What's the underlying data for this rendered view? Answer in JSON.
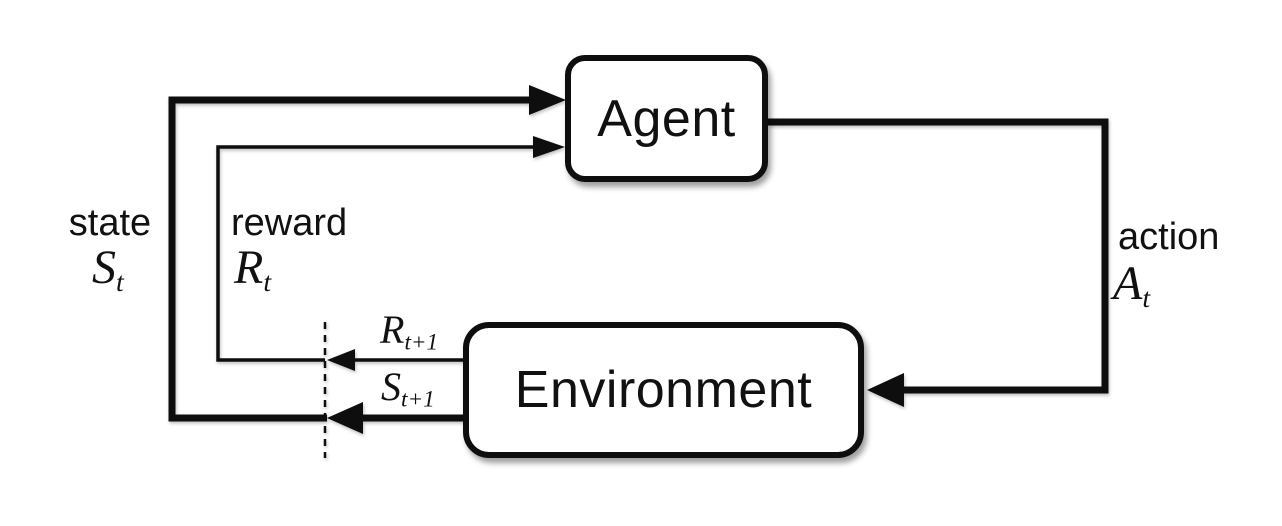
{
  "colors": {
    "ink": "#0e0e0e",
    "background": "#ffffff",
    "box_fill": "#ffffff"
  },
  "nodes": {
    "agent": "Agent",
    "environment": "Environment"
  },
  "labels": {
    "state": {
      "word": "state",
      "symbol": "S",
      "subscript": "t"
    },
    "reward": {
      "word": "reward",
      "symbol": "R",
      "subscript": "t"
    },
    "action": {
      "word": "action",
      "symbol": "A",
      "subscript": "t"
    },
    "next_reward": {
      "symbol": "R",
      "subscript": "t+1"
    },
    "next_state": {
      "symbol": "S",
      "subscript": "t+1"
    }
  }
}
